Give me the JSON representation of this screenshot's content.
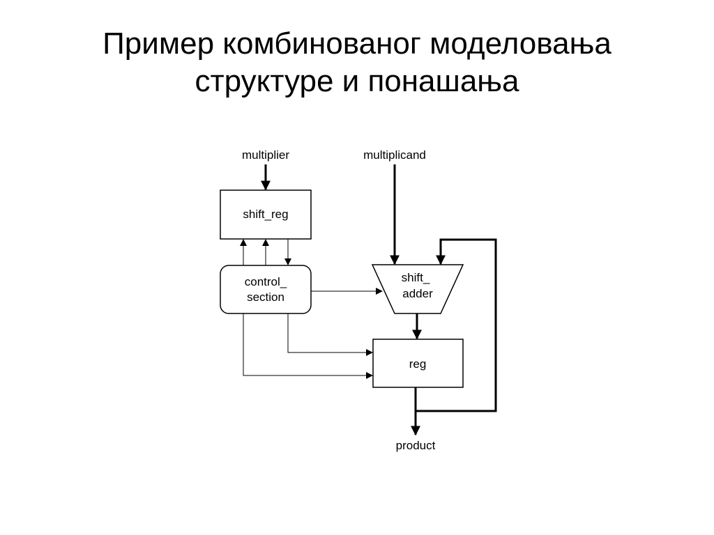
{
  "slide": {
    "title_line1": "Пример комбинованог моделовања",
    "title_line2": "структуре и понашања"
  },
  "diagram": {
    "inputs": {
      "multiplier": "multiplier",
      "multiplicand": "multiplicand"
    },
    "blocks": {
      "shift_reg": "shift_reg",
      "control_line1": "control_",
      "control_line2": "section",
      "adder_line1": "shift_",
      "adder_line2": "adder",
      "reg": "reg"
    },
    "outputs": {
      "product": "product"
    },
    "colors": {
      "stroke": "#000000",
      "background": "#ffffff"
    }
  }
}
